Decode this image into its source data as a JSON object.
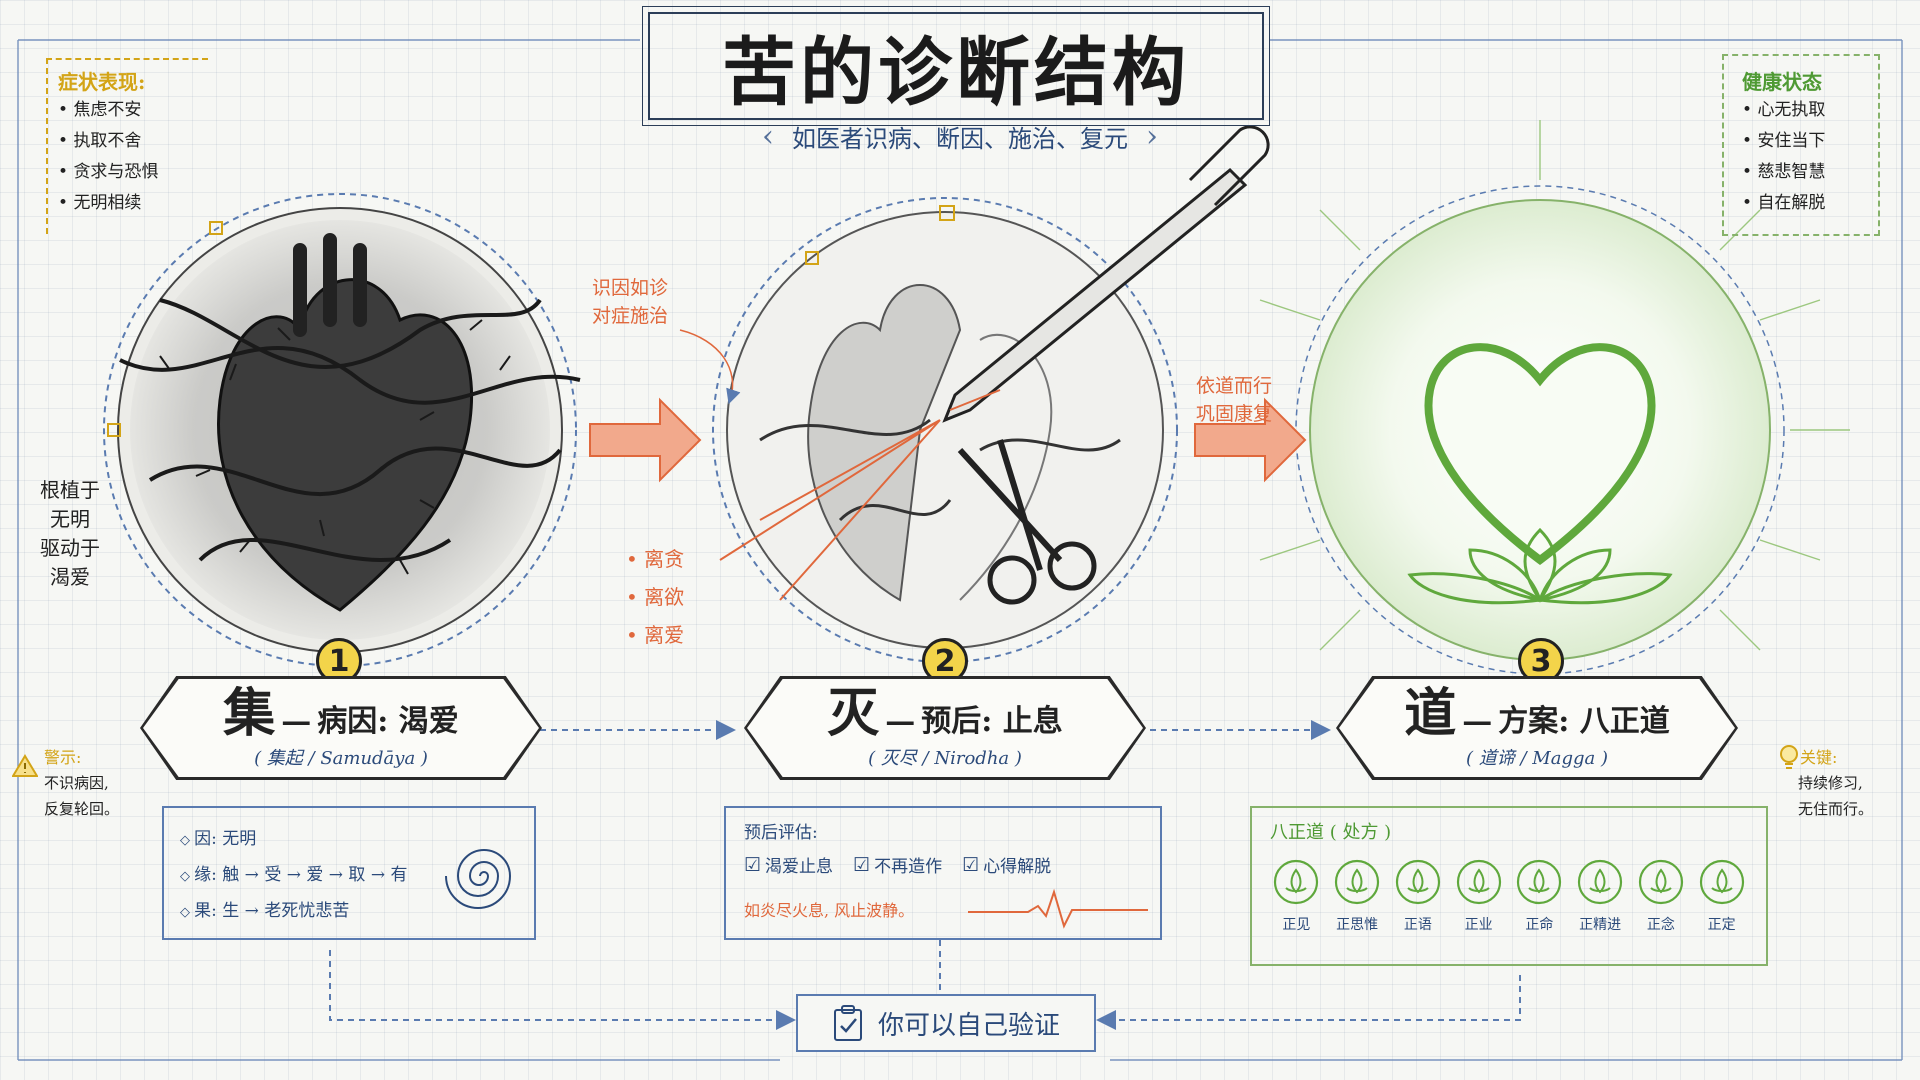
{
  "header": {
    "title": "苦的诊断结构",
    "subtitle": "如医者识病、断因、施治、复元"
  },
  "symptoms": {
    "title": "症状表现:",
    "items": [
      "焦虑不安",
      "执取不舍",
      "贪求与恐惧",
      "无明相续"
    ]
  },
  "health": {
    "title": "健康状态",
    "items": [
      "心无执取",
      "安住当下",
      "慈悲智慧",
      "自在解脱"
    ]
  },
  "root_note": [
    "根植于",
    "无明",
    "驱动于",
    "渴爱"
  ],
  "warning": {
    "title": "警示:",
    "lines": [
      "不识病因,",
      "反复轮回。"
    ]
  },
  "key": {
    "title": "关键:",
    "lines": [
      "持续修习,",
      "无住而行。"
    ]
  },
  "arrow1_label": [
    "识因如诊",
    "对症施治"
  ],
  "arrow2_label": [
    "依道而行",
    "巩固康复"
  ],
  "stop_items": [
    "离贪",
    "离欲",
    "离爱"
  ],
  "stages": [
    {
      "number": "1",
      "char": "集",
      "dash": "—",
      "label": "病因: 渴爱",
      "sub": "( 集起 / Samudāya )"
    },
    {
      "number": "2",
      "char": "灭",
      "dash": "—",
      "label": "预后: 止息",
      "sub": "( 灭尽 / Nirodha )"
    },
    {
      "number": "3",
      "char": "道",
      "dash": "—",
      "label": "方案: 八正道",
      "sub": "( 道谛 / Magga )"
    }
  ],
  "cause_box": {
    "rows": [
      "因: 无明",
      "缘: 触 → 受 → 爱 → 取 → 有",
      "果: 生 → 老死忧悲苦"
    ]
  },
  "prognosis_box": {
    "head": "预后评估:",
    "checks": [
      "渴爱止息",
      "不再造作",
      "心得解脱"
    ],
    "motto": "如炎尽火息, 风止波静。"
  },
  "path_box": {
    "head": "八正道 ( 处方 )",
    "items": [
      "正见",
      "正思惟",
      "正语",
      "正业",
      "正命",
      "正精进",
      "正念",
      "正定"
    ]
  },
  "footer": {
    "text": "你可以自己验证"
  },
  "colors": {
    "ink": "#222222",
    "blueprint": "#2b4a7a",
    "orange": "#e0683c",
    "green": "#4f9a34",
    "yellow": "#f3d44a"
  },
  "icons": {
    "symptom": "heart-with-thorns",
    "cure": "scalpel-and-scissors",
    "health": "glowing-green-heart-lotus",
    "warning": "warning-triangle-icon",
    "key": "lightbulb-icon",
    "footer": "clipboard-check-icon"
  }
}
